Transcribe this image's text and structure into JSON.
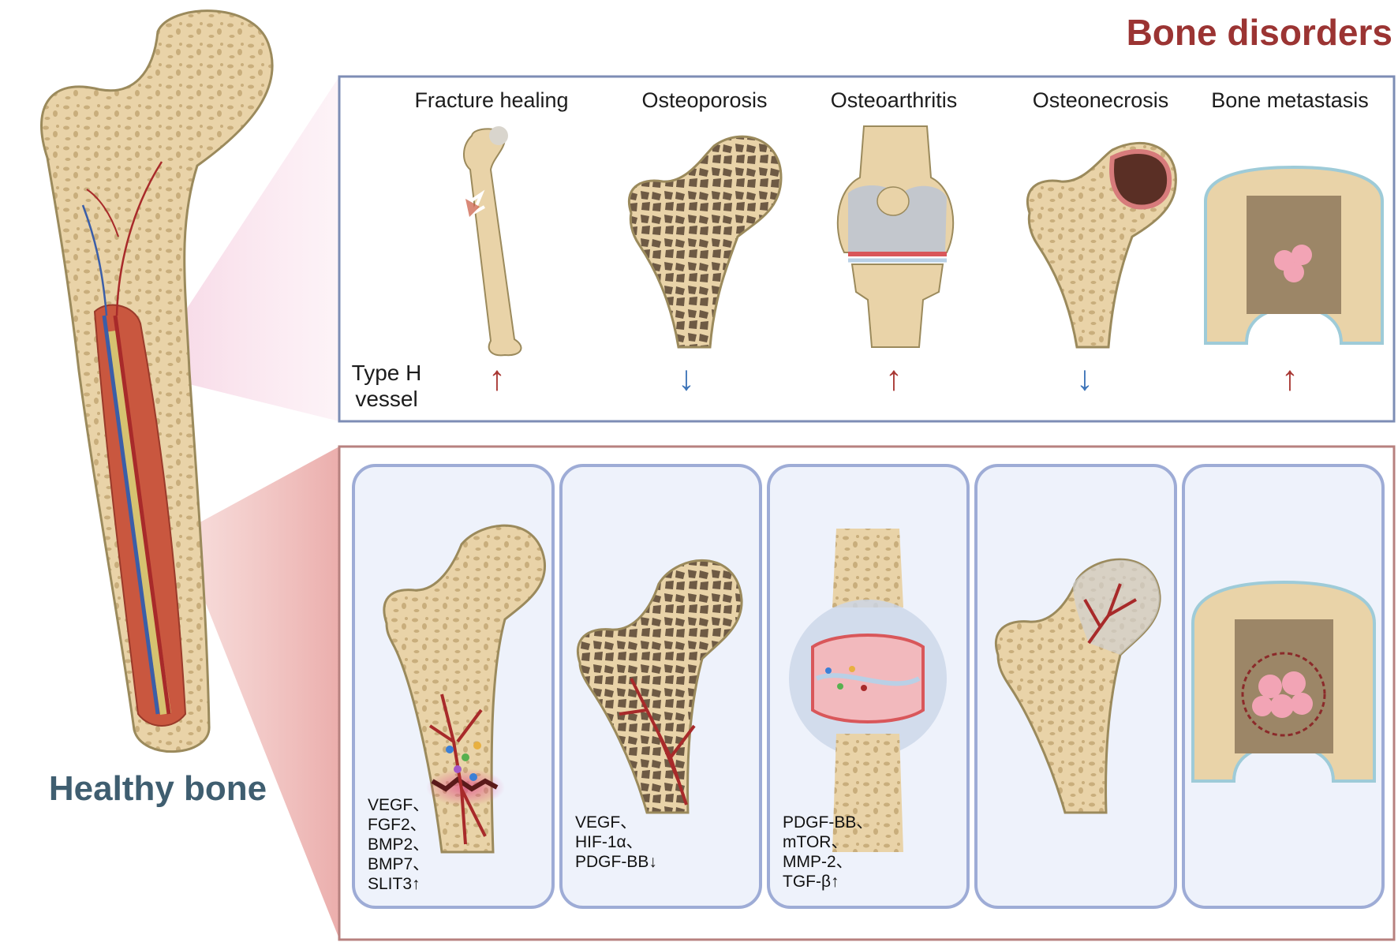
{
  "header": {
    "title": "Bone disorders"
  },
  "healthy": {
    "label": "Healthy bone"
  },
  "row_label": {
    "line1": "Type H",
    "line2": "vessel"
  },
  "diseases": [
    {
      "name": "Fracture healing",
      "change": "↑",
      "factors": [
        "VEGF、",
        "FGF2、",
        "BMP2、",
        "BMP7、",
        "SLIT3↑"
      ]
    },
    {
      "name": "Osteoporosis",
      "change": "↓",
      "factors": [
        "VEGF、",
        "HIF-1α、",
        "PDGF-BB↓"
      ]
    },
    {
      "name": "Osteoarthritis",
      "change": "↑",
      "factors": [
        "PDGF-BB、",
        "mTOR、",
        "MMP-2、",
        "TGF-β↑"
      ]
    },
    {
      "name": "Osteonecrosis",
      "change": "↓",
      "factors": []
    },
    {
      "name": "Bone metastasis",
      "change": "↑",
      "factors": []
    }
  ],
  "colors": {
    "bone": "#e9d3a8",
    "bone_outline": "#9b8a5c",
    "trabecular_dark": "#6e5a44",
    "marrow": "#c9573f",
    "artery": "#a82a2a",
    "vein": "#3b5ea8",
    "top_frame": "#7d8db5",
    "bottom_frame": "#b7817f",
    "panel_fill": "#eef2fb",
    "panel_border": "#9eacd6",
    "up_arrow": "#a83733",
    "down_arrow": "#3d74b8"
  }
}
